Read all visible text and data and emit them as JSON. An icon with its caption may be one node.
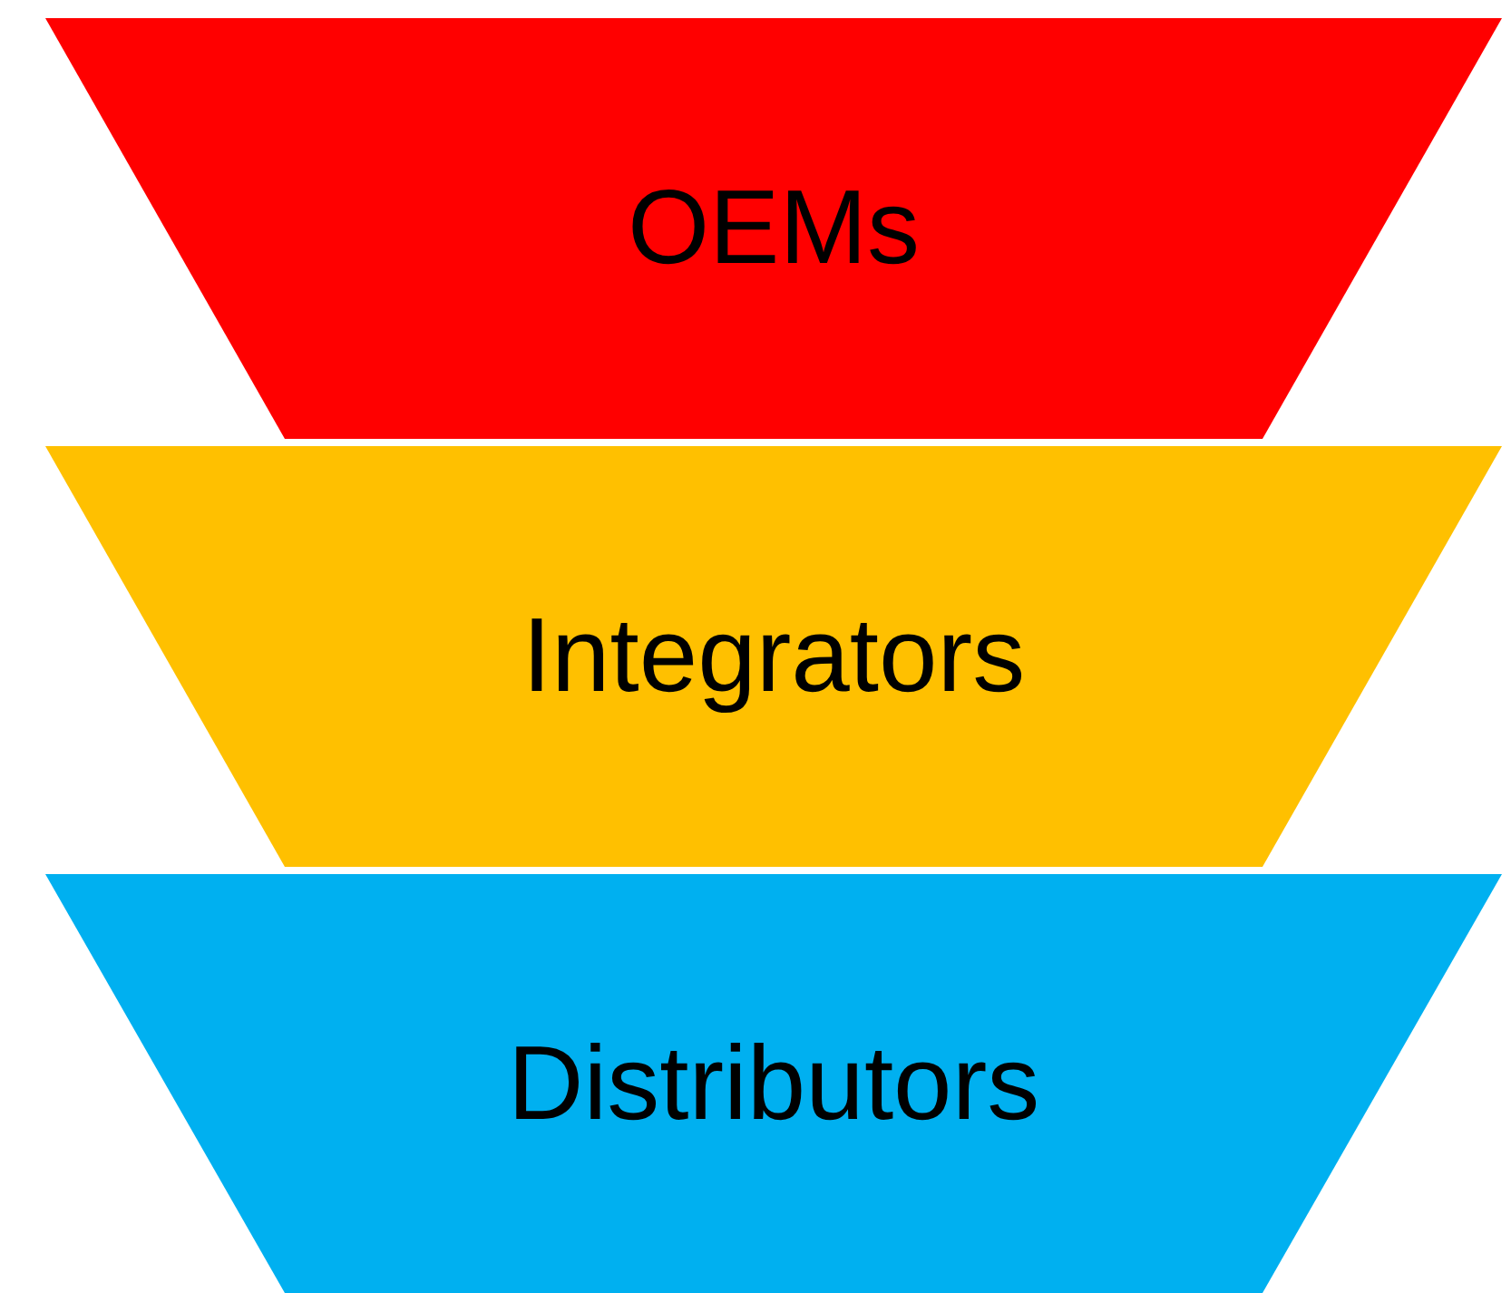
{
  "diagram": {
    "nodes": [
      {
        "text": [
          "OEMs"
        ]
      },
      {
        "text": [
          "Integrators"
        ]
      },
      {
        "text": [
          "Distributors"
        ]
      }
    ]
  }
}
